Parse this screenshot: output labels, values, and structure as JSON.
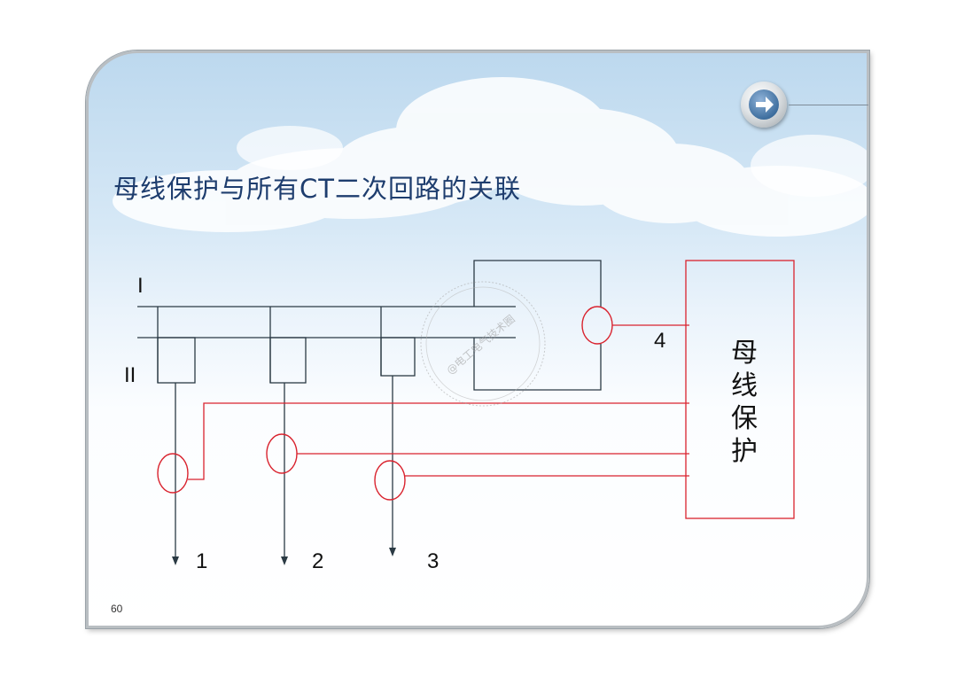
{
  "slide": {
    "title": "母线保护与所有CT二次回路的关联",
    "page_number": "60"
  },
  "nav": {
    "icon": "arrow-right-icon"
  },
  "diagram": {
    "bus_labels": [
      "I",
      "II"
    ],
    "ct_labels": [
      "1",
      "2",
      "3",
      "4"
    ],
    "protection_box_label": "母线保护",
    "watermark": "@电工电气技术圈"
  },
  "colors": {
    "wire": "#2b3a44",
    "secondary": "#d9232e",
    "title": "#1e3d6e"
  }
}
